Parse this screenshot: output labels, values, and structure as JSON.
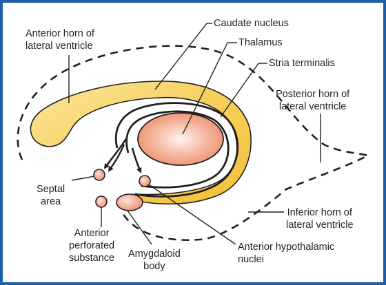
{
  "diagram": {
    "labels": {
      "anterior_horn": [
        "Anterior horn of",
        "lateral ventricle"
      ],
      "caudate_nucleus": "Caudate nucleus",
      "thalamus": "Thalamus",
      "stria_terminalis": "Stria terminalis",
      "posterior_horn": [
        "Posterior horn of",
        "lateral ventricle"
      ],
      "septal_area": [
        "Septal",
        "area"
      ],
      "anterior_perforated_substance": [
        "Anterior",
        "perforated",
        "substance"
      ],
      "amygdaloid_body": [
        "Amygdaloid",
        "body"
      ],
      "inferior_horn": [
        "Inferior horn of",
        "lateral ventricle"
      ],
      "anterior_hypothalamic_nuclei": [
        "Anterior hypothalamic",
        "nuclei"
      ]
    },
    "colors": {
      "frame_border": "#1f5fa8",
      "caudate_fill": "#f7c948",
      "caudate_light": "#fbe69a",
      "thalamus_fill": "#ef9a7c",
      "thalamus_light": "#fde6dc",
      "nuclei_fill": "#f3a58a",
      "outline": "#231f20"
    }
  }
}
